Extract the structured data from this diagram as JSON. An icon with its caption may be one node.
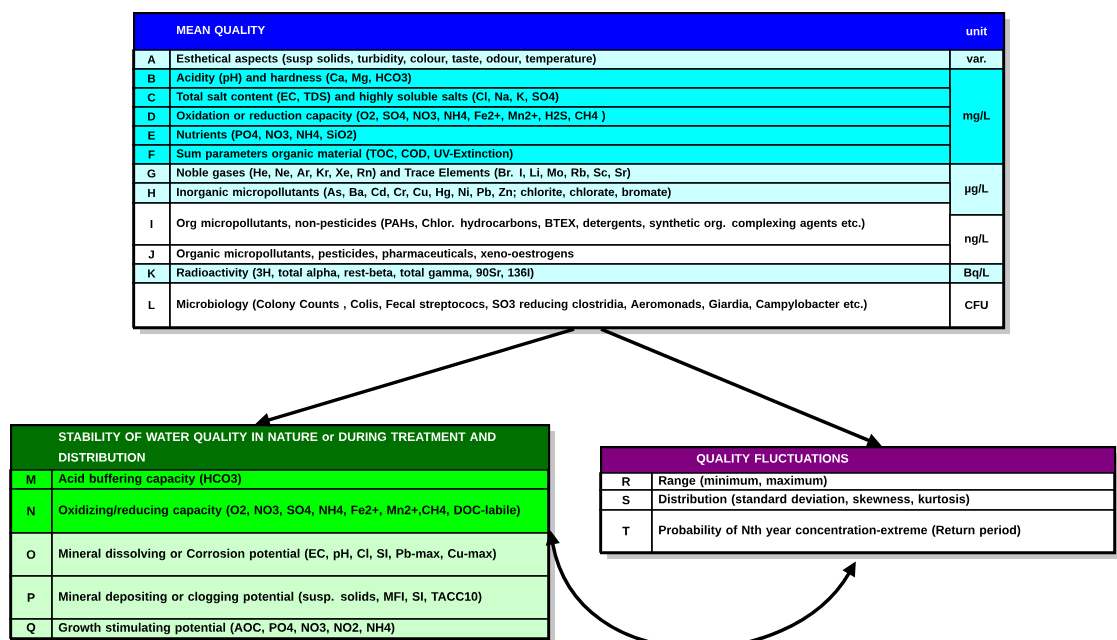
{
  "diagram": {
    "nodes": [
      {
        "text": [
          "MEAN QUALITY",
          "unit",
          "A",
          "Esthetical aspects (susp solids, turbidity, colour, taste, odour, temperature)",
          "var.",
          "B",
          "Acidity (pH) and hardness (Ca, Mg, HCO3)",
          "mg/L",
          "C",
          "Total salt content (EC, TDS) and highly soluble salts (Cl, Na, K, SO4)",
          "D",
          "Oxidation or reduction capacity (O2, SO4, NO3, NH4, Fe2+, Mn2+, H2S, CH4 )",
          "E",
          "Nutrients (PO4, NO3, NH4, SiO2)",
          "F",
          "Sum parameters organic material (TOC, COD, UV-Extinction)",
          "G",
          "Noble gases (He, Ne, Ar, Kr, Xe, Rn) and Trace Elements (Br. I, Li, Mo, Rb, Sc, Sr)",
          "µg/L",
          "H",
          "Inorganic micropollutants (As, Ba, Cd, Cr, Cu, Hg, Ni, Pb, Zn; chlorite, chlorate, bromate)",
          "I",
          "Org micropollutants, non-pesticides (PAHs, Chlor. hydrocarbons, BTEX, detergents, synthetic org. complexing agents etc.)",
          "ng/L",
          "J",
          "Organic micropollutants, pesticides, pharmaceuticals, xeno-oestrogens",
          "K",
          "Radioactivity (3H, total alpha, rest-beta, total gamma, 90Sr, 136I)",
          "Bq/L",
          "L",
          "Microbiology (Colony Counts , Colis, Fecal streptococs, SO3 reducing clostridia, Aeromonads, Giardia, Campylobacter etc.)",
          "CFU"
        ]
      },
      {
        "text": [
          "STABILITY OF WATER QUALITY IN NATURE or DURING TREATMENT AND DISTRIBUTION",
          "M",
          "Acid buffering capacity (HCO3)",
          "N",
          "Oxidizing/reducing capacity (O2, NO3, SO4, NH4, Fe2+, Mn2+,CH4, DOC-labile)",
          "O",
          "Mineral dissolving or Corrosion potential (EC, pH, Cl, SI, Pb-max, Cu-max)",
          "P",
          "Mineral depositing or clogging potential (susp. solids, MFI, SI, TACC10)",
          "Q",
          "Growth stimulating potential (AOC, PO4, NO3, NO2, NH4)"
        ]
      },
      {
        "text": [
          "QUALITY FLUCTUATIONS",
          "R",
          "Range (minimum, maximum)",
          "S",
          "Distribution (standard deviation, skewness, kurtosis)",
          "T",
          "Probability of Nth year concentration-extreme (Return period)"
        ]
      }
    ],
    "edges": [
      {
        "from": 0,
        "to": 1,
        "arrow": "to"
      },
      {
        "from": 0,
        "to": 2,
        "arrow": "to"
      },
      {
        "from": 1,
        "to": 2,
        "arrow": "both"
      }
    ]
  }
}
